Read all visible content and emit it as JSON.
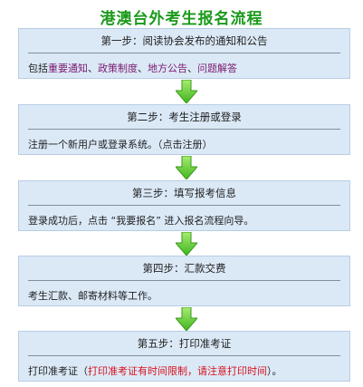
{
  "title": "港澳台外考生报名流程",
  "colors": {
    "title": "#1a9a1a",
    "step_bg": "#dbe9f7",
    "step_border": "#b7cde4",
    "link": "#7b1a6e",
    "warning": "#d8121d",
    "arrow": "#6fd13d"
  },
  "steps": [
    {
      "heading": "第一步：阅读协会发布的通知和公告",
      "prefix": "包括",
      "links": [
        "重要通知",
        "政策制度",
        "地方公告",
        "问题解答"
      ],
      "separator": "、"
    },
    {
      "heading": "第二步：考生注册或登录",
      "text": "注册一个新用户或登录系统。（点击注册）"
    },
    {
      "heading": "第三步：填写报考信息",
      "text": "登录成功后，点击 “我要报名” 进入报名流程向导。"
    },
    {
      "heading": "第四步：汇款交费",
      "text": "考生汇款、邮寄材料等工作。"
    },
    {
      "heading": "第五步：打印准考证",
      "prefix": "打印准考证（",
      "warning": "打印准考证有时间限制，请注意打印时间",
      "suffix": "）。"
    }
  ]
}
